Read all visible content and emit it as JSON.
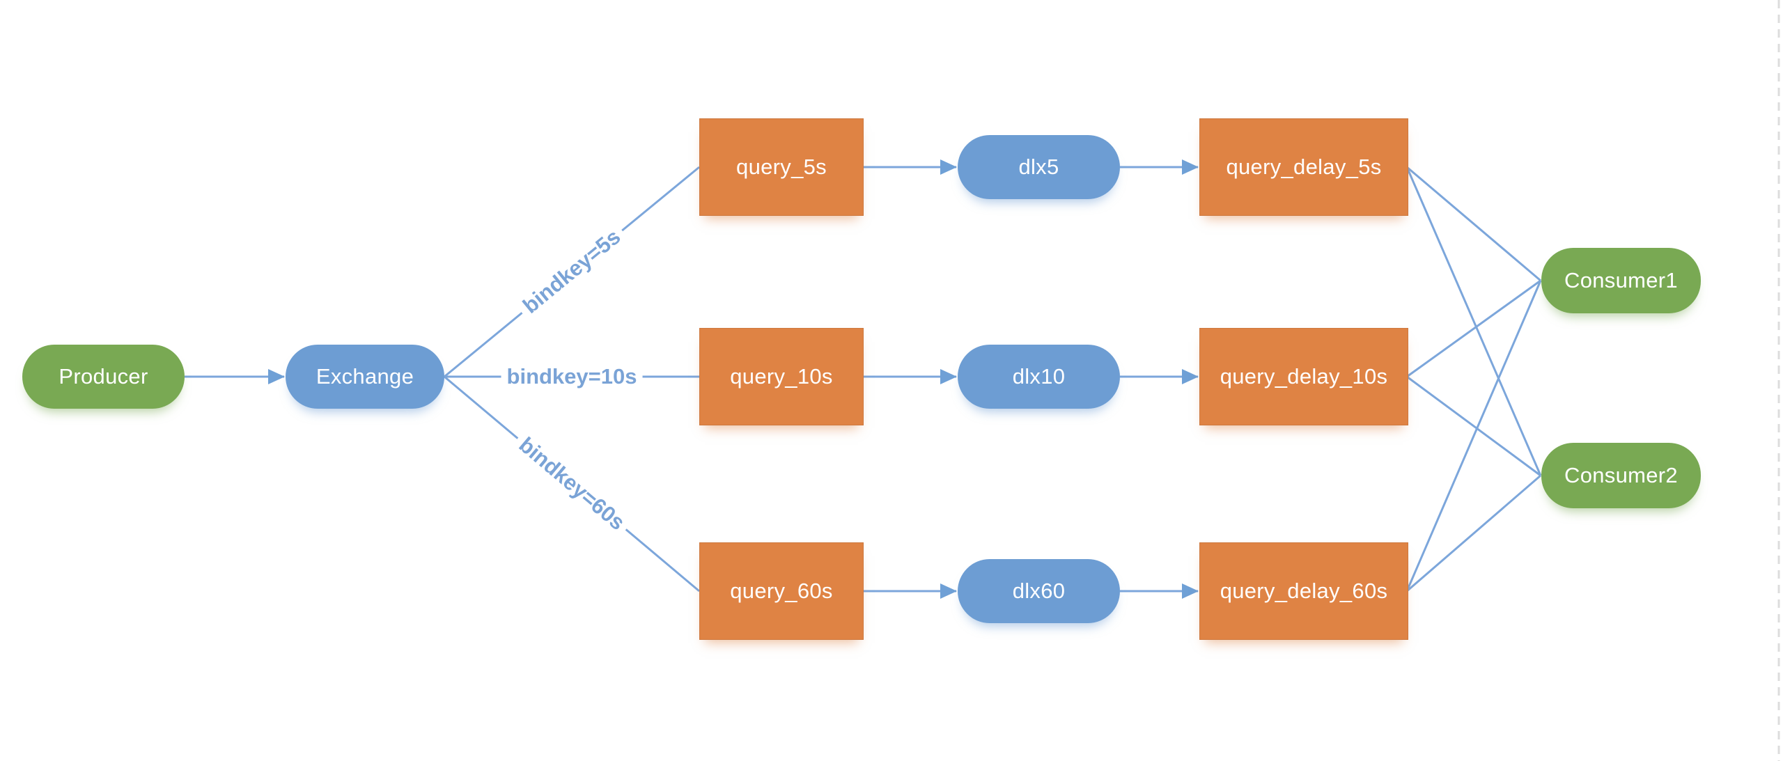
{
  "diagram": {
    "colors": {
      "green": "#79A953",
      "blue": "#6D9DD3",
      "orange": "#DF8344",
      "line": "#7CA6DB",
      "arrow": "#6FA0D6",
      "edgelabel": "#7AA3D6",
      "pageline": "#DCDCDC"
    },
    "nodes": [
      {
        "id": "producer",
        "label": "Producer",
        "shape": "rounded-pill",
        "color": "green"
      },
      {
        "id": "exchange",
        "label": "Exchange",
        "shape": "rounded-pill",
        "color": "blue"
      },
      {
        "id": "query_5s",
        "label": "query_5s",
        "shape": "rectangle",
        "color": "orange"
      },
      {
        "id": "query_10s",
        "label": "query_10s",
        "shape": "rectangle",
        "color": "orange"
      },
      {
        "id": "query_60s",
        "label": "query_60s",
        "shape": "rectangle",
        "color": "orange"
      },
      {
        "id": "dlx5",
        "label": "dlx5",
        "shape": "rounded-pill",
        "color": "blue"
      },
      {
        "id": "dlx10",
        "label": "dlx10",
        "shape": "rounded-pill",
        "color": "blue"
      },
      {
        "id": "dlx60",
        "label": "dlx60",
        "shape": "rounded-pill",
        "color": "blue"
      },
      {
        "id": "query_delay_5s",
        "label": "query_delay_5s",
        "shape": "rectangle",
        "color": "orange"
      },
      {
        "id": "query_delay_10s",
        "label": "query_delay_10s",
        "shape": "rectangle",
        "color": "orange"
      },
      {
        "id": "query_delay_60s",
        "label": "query_delay_60s",
        "shape": "rectangle",
        "color": "orange"
      },
      {
        "id": "consumer1",
        "label": "Consumer1",
        "shape": "rounded-pill",
        "color": "green"
      },
      {
        "id": "consumer2",
        "label": "Consumer2",
        "shape": "rounded-pill",
        "color": "green"
      }
    ],
    "edges": [
      {
        "from": "producer",
        "to": "exchange",
        "arrow": true,
        "label": ""
      },
      {
        "from": "exchange",
        "to": "query_5s",
        "arrow": false,
        "label": "bindkey=5s"
      },
      {
        "from": "exchange",
        "to": "query_10s",
        "arrow": false,
        "label": "bindkey=10s"
      },
      {
        "from": "exchange",
        "to": "query_60s",
        "arrow": false,
        "label": "bindkey=60s"
      },
      {
        "from": "query_5s",
        "to": "dlx5",
        "arrow": true,
        "label": ""
      },
      {
        "from": "query_10s",
        "to": "dlx10",
        "arrow": true,
        "label": ""
      },
      {
        "from": "query_60s",
        "to": "dlx60",
        "arrow": true,
        "label": ""
      },
      {
        "from": "dlx5",
        "to": "query_delay_5s",
        "arrow": true,
        "label": ""
      },
      {
        "from": "dlx10",
        "to": "query_delay_10s",
        "arrow": true,
        "label": ""
      },
      {
        "from": "dlx60",
        "to": "query_delay_60s",
        "arrow": true,
        "label": ""
      },
      {
        "from": "query_delay_5s",
        "to": "consumer1",
        "arrow": false,
        "label": ""
      },
      {
        "from": "query_delay_5s",
        "to": "consumer2",
        "arrow": false,
        "label": ""
      },
      {
        "from": "query_delay_10s",
        "to": "consumer1",
        "arrow": false,
        "label": ""
      },
      {
        "from": "query_delay_10s",
        "to": "consumer2",
        "arrow": false,
        "label": ""
      },
      {
        "from": "query_delay_60s",
        "to": "consumer1",
        "arrow": false,
        "label": ""
      },
      {
        "from": "query_delay_60s",
        "to": "consumer2",
        "arrow": false,
        "label": ""
      }
    ]
  }
}
